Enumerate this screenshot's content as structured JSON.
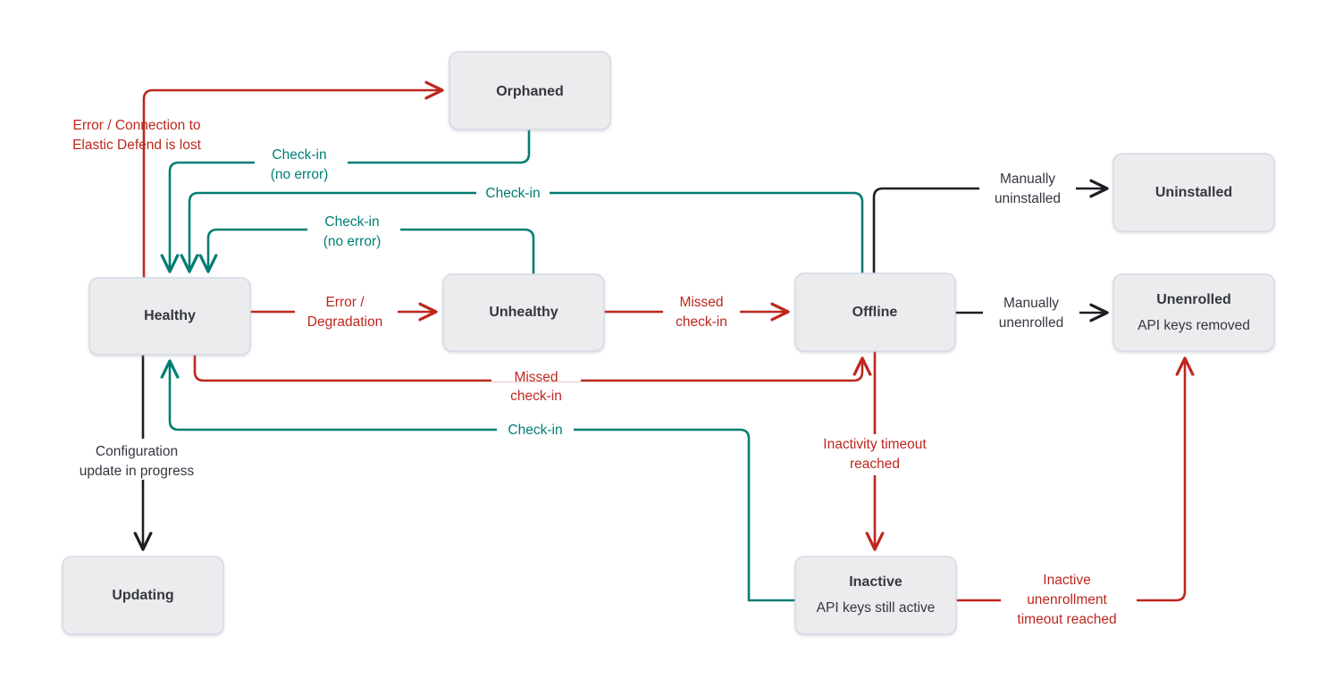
{
  "diagram": {
    "title": "Elastic Agent status state diagram",
    "type": "state-transition-diagram",
    "colors": {
      "node_fill": "#ECECEE",
      "node_border": "#D3DAE6",
      "node_text": "#343741",
      "error_red": "#BD271E",
      "checkin_teal": "#017D73",
      "neutral_dark": "#1D1E24",
      "background": "#FFFFFF"
    },
    "nodes": [
      {
        "id": "orphaned",
        "label": "Orphaned",
        "sublabel": ""
      },
      {
        "id": "healthy",
        "label": "Healthy",
        "sublabel": ""
      },
      {
        "id": "unhealthy",
        "label": "Unhealthy",
        "sublabel": ""
      },
      {
        "id": "offline",
        "label": "Offline",
        "sublabel": ""
      },
      {
        "id": "uninstalled",
        "label": "Uninstalled",
        "sublabel": ""
      },
      {
        "id": "unenrolled",
        "label": "Unenrolled",
        "sublabel": "API keys removed"
      },
      {
        "id": "updating",
        "label": "Updating",
        "sublabel": ""
      },
      {
        "id": "inactive",
        "label": "Inactive",
        "sublabel": "API keys still active"
      }
    ],
    "edges": [
      {
        "id": "healthy-to-orphaned",
        "from": "healthy",
        "to": "orphaned",
        "label": "Error / Connection to\nElastic Defend is lost",
        "label_line1": "Error / Connection to",
        "label_line2": "Elastic Defend is lost",
        "color": "error_red"
      },
      {
        "id": "orphaned-to-healthy",
        "from": "orphaned",
        "to": "healthy",
        "label_line1": "Check-in",
        "label_line2": "(no error)",
        "color": "checkin_teal"
      },
      {
        "id": "offline-to-healthy",
        "from": "offline",
        "to": "healthy",
        "label_line1": "Check-in",
        "label_line2": "",
        "color": "checkin_teal"
      },
      {
        "id": "unhealthy-to-healthy",
        "from": "unhealthy",
        "to": "healthy",
        "label_line1": "Check-in",
        "label_line2": "(no error)",
        "color": "checkin_teal"
      },
      {
        "id": "healthy-to-unhealthy",
        "from": "healthy",
        "to": "unhealthy",
        "label_line1": "Error /",
        "label_line2": "Degradation",
        "color": "error_red"
      },
      {
        "id": "unhealthy-to-offline",
        "from": "unhealthy",
        "to": "offline",
        "label_line1": "Missed",
        "label_line2": "check-in",
        "color": "error_red"
      },
      {
        "id": "healthy-to-offline",
        "from": "healthy",
        "to": "offline",
        "label_line1": "Missed",
        "label_line2": "check-in",
        "color": "error_red"
      },
      {
        "id": "offline-to-uninstalled",
        "from": "offline",
        "to": "uninstalled",
        "label_line1": "Manually",
        "label_line2": "uninstalled",
        "color": "neutral_dark"
      },
      {
        "id": "offline-to-unenrolled",
        "from": "offline",
        "to": "unenrolled",
        "label_line1": "Manually",
        "label_line2": "unenrolled",
        "color": "neutral_dark"
      },
      {
        "id": "offline-to-inactive",
        "from": "offline",
        "to": "inactive",
        "label_line1": "Inactivity timeout",
        "label_line2": "reached",
        "color": "error_red"
      },
      {
        "id": "inactive-to-healthy",
        "from": "inactive",
        "to": "healthy",
        "label_line1": "Check-in",
        "label_line2": "",
        "color": "checkin_teal"
      },
      {
        "id": "inactive-to-unenrolled",
        "from": "inactive",
        "to": "unenrolled",
        "label_line1": "Inactive",
        "label_line2": "unenrollment",
        "label_line3": "timeout reached",
        "color": "error_red"
      },
      {
        "id": "healthy-to-updating",
        "from": "healthy",
        "to": "updating",
        "label_line1": "Configuration",
        "label_line2": "update in progress",
        "color": "neutral_dark"
      }
    ],
    "labels": {
      "error_connection_l1": "Error / Connection to",
      "error_connection_l2": "Elastic Defend is lost",
      "checkin_noerror_top_l1": "Check-in",
      "checkin_noerror_top_l2": "(no error)",
      "checkin_offline": "Check-in",
      "checkin_noerror_mid_l1": "Check-in",
      "checkin_noerror_mid_l2": "(no error)",
      "error_degradation_l1": "Error /",
      "error_degradation_l2": "Degradation",
      "missed_checkin_top_l1": "Missed",
      "missed_checkin_top_l2": "check-in",
      "missed_checkin_bottom_l1": "Missed",
      "missed_checkin_bottom_l2": "check-in",
      "manually_uninstalled_l1": "Manually",
      "manually_uninstalled_l2": "uninstalled",
      "manually_unenrolled_l1": "Manually",
      "manually_unenrolled_l2": "unenrolled",
      "inactivity_timeout_l1": "Inactivity timeout",
      "inactivity_timeout_l2": "reached",
      "checkin_inactive": "Check-in",
      "inactive_unenrollment_l1": "Inactive",
      "inactive_unenrollment_l2": "unenrollment",
      "inactive_unenrollment_l3": "timeout reached",
      "configuration_update_l1": "Configuration",
      "configuration_update_l2": "update in progress"
    }
  }
}
